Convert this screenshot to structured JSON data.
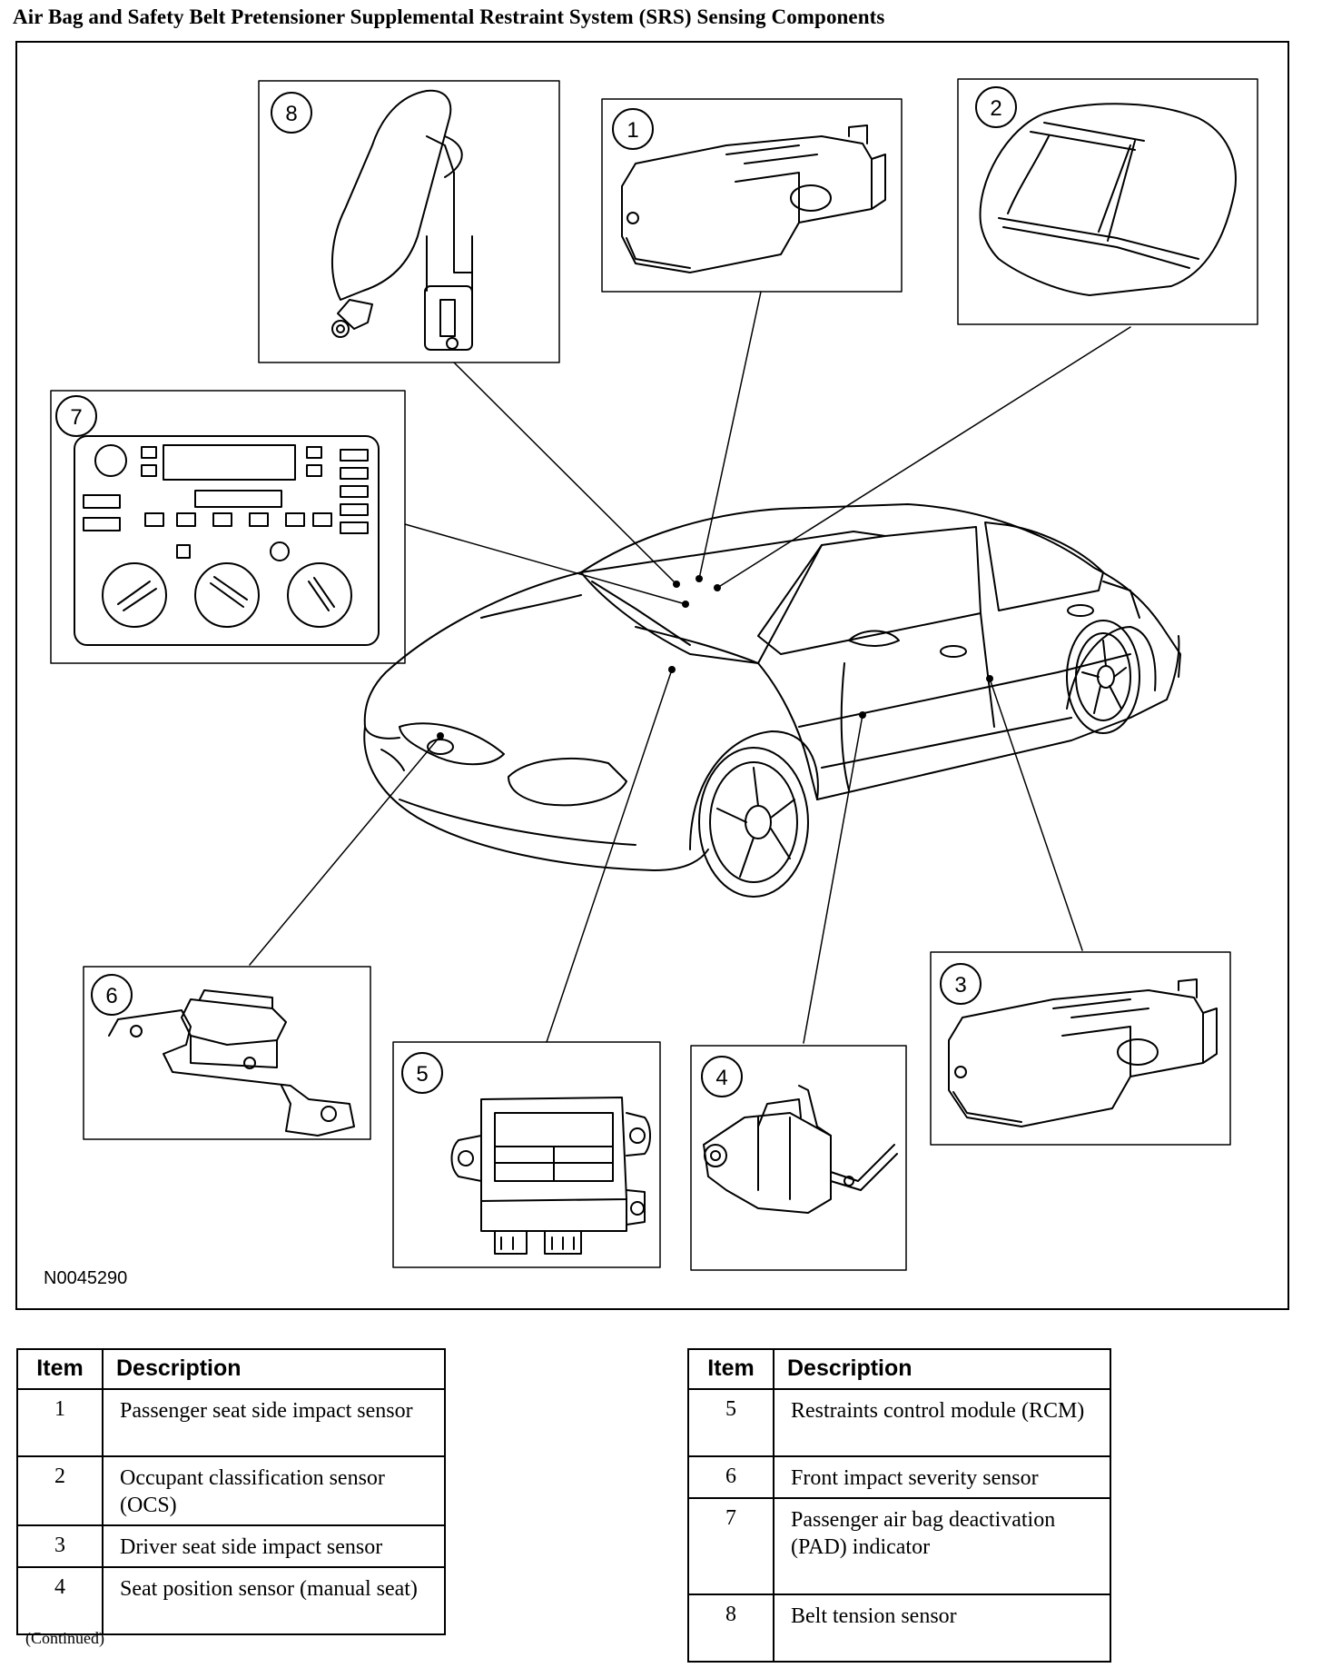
{
  "title": "Air Bag and Safety Belt Pretensioner Supplemental Restraint System (SRS) Sensing Components",
  "figure_id": "N0045290",
  "callouts": [
    "1",
    "2",
    "3",
    "4",
    "5",
    "6",
    "7",
    "8"
  ],
  "table_left": {
    "header": {
      "item": "Item",
      "description": "Description"
    },
    "rows": [
      {
        "item": "1",
        "description": "Passenger seat side impact sensor"
      },
      {
        "item": "2",
        "description": "Occupant classification sensor (OCS)"
      },
      {
        "item": "3",
        "description": "Driver seat side impact sensor"
      },
      {
        "item": "4",
        "description": "Seat position sensor (manual seat)"
      }
    ]
  },
  "table_right": {
    "header": {
      "item": "Item",
      "description": "Description"
    },
    "rows": [
      {
        "item": "5",
        "description": "Restraints control module (RCM)"
      },
      {
        "item": "6",
        "description": "Front impact severity sensor"
      },
      {
        "item": "7",
        "description": "Passenger air bag deactivation (PAD) indicator"
      },
      {
        "item": "8",
        "description": "Belt tension sensor"
      }
    ]
  },
  "continued": "(Continued)"
}
